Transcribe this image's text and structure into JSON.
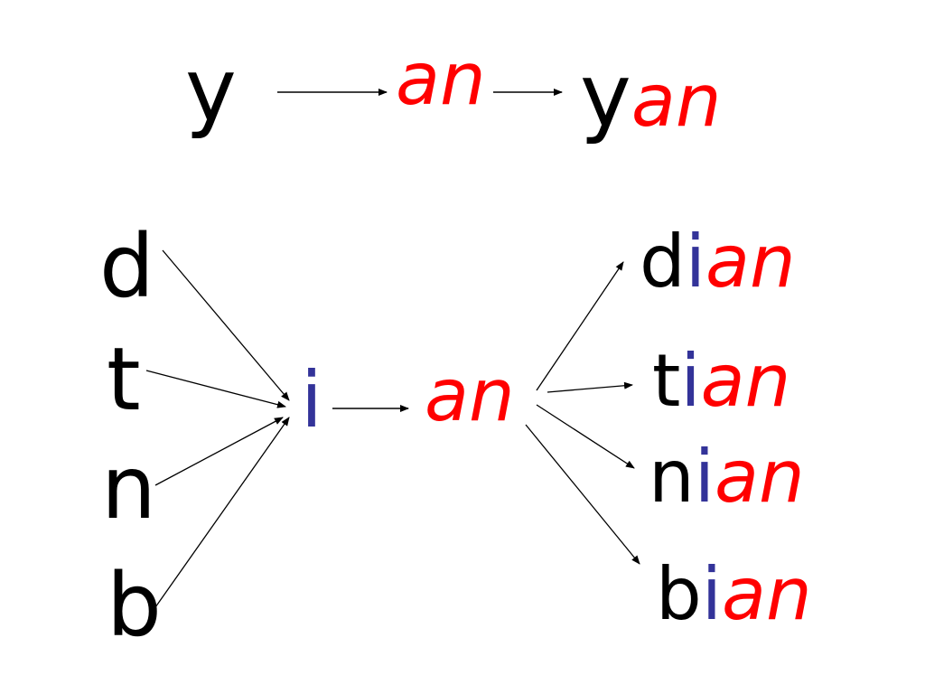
{
  "colors": {
    "initial": "#000000",
    "medial": "#333399",
    "final": "#ff0000",
    "arrow": "#000000"
  },
  "top": {
    "initial": "y",
    "final": "an",
    "result_initial": "y",
    "result_final": "an"
  },
  "bottom": {
    "initials": [
      "d",
      "t",
      "n",
      "b"
    ],
    "medial": "i",
    "final": "an",
    "results": [
      {
        "initial": "d",
        "medial": "i",
        "final": "an"
      },
      {
        "initial": "t",
        "medial": "i",
        "final": "an"
      },
      {
        "initial": "n",
        "medial": "i",
        "final": "an"
      },
      {
        "initial": "b",
        "medial": "i",
        "final": "an"
      }
    ]
  }
}
